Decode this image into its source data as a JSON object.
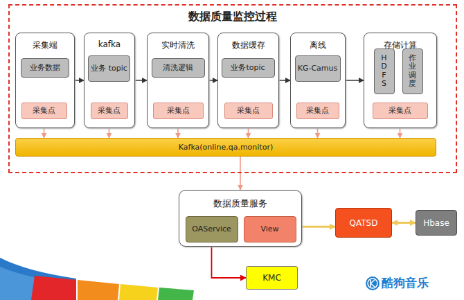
{
  "diagram": {
    "nodes": [
      {
        "text": [
          "数据质量监控过程"
        ]
      },
      {
        "text": [
          "采集端"
        ],
        "in": 0
      },
      {
        "text": [
          "业务数据"
        ],
        "in": 1
      },
      {
        "text": [
          "采集点"
        ],
        "in": 1
      },
      {
        "text": [
          "kafka"
        ],
        "in": 0
      },
      {
        "text": [
          "业务 topic"
        ],
        "in": 4
      },
      {
        "text": [
          "采集点"
        ],
        "in": 4
      },
      {
        "text": [
          "实时清洗"
        ],
        "in": 0
      },
      {
        "text": [
          "清洗逻辑"
        ],
        "in": 7
      },
      {
        "text": [
          "采集点"
        ],
        "in": 7
      },
      {
        "text": [
          "数据缓存"
        ],
        "in": 0
      },
      {
        "text": [
          "业务topic"
        ],
        "in": 10
      },
      {
        "text": [
          "采集点"
        ],
        "in": 10
      },
      {
        "text": [
          "离线"
        ],
        "in": 0
      },
      {
        "text": [
          "KG-Camus"
        ],
        "in": 13
      },
      {
        "text": [
          "采集点"
        ],
        "in": 13
      },
      {
        "text": [
          "存储计算"
        ],
        "in": 0
      },
      {
        "text": [
          "HDFS"
        ],
        "in": 16
      },
      {
        "text": [
          "作业调度"
        ],
        "in": 16
      },
      {
        "text": [
          "采集点"
        ],
        "in": 16
      },
      {
        "text": [
          "Kafka(online.qa.monitor)"
        ],
        "in": 0
      },
      {
        "text": [
          "数据质量服务"
        ]
      },
      {
        "text": [
          "OAService"
        ],
        "in": 21
      },
      {
        "text": [
          "View"
        ],
        "in": 21
      },
      {
        "text": [
          "QATSD"
        ]
      },
      {
        "text": [
          "Hbase"
        ]
      },
      {
        "text": [
          "KMC"
        ]
      }
    ],
    "edges": [
      {
        "from": 1,
        "to": 4,
        "arrow": "to"
      },
      {
        "from": 4,
        "to": 7,
        "arrow": "to"
      },
      {
        "from": 7,
        "to": 10,
        "arrow": "to"
      },
      {
        "from": 10,
        "to": 13,
        "arrow": "to"
      },
      {
        "from": 13,
        "to": 16,
        "arrow": "to"
      },
      {
        "from": 3,
        "to": 20,
        "arrow": "to"
      },
      {
        "from": 6,
        "to": 20,
        "arrow": "to"
      },
      {
        "from": 9,
        "to": 20,
        "arrow": "to"
      },
      {
        "from": 12,
        "to": 20,
        "arrow": "to"
      },
      {
        "from": 15,
        "to": 20,
        "arrow": "to"
      },
      {
        "from": 19,
        "to": 20,
        "arrow": "to"
      },
      {
        "from": 20,
        "to": 21,
        "arrow": "to"
      },
      {
        "from": 23,
        "to": 24,
        "arrow": "both"
      },
      {
        "from": 24,
        "to": 25,
        "arrow": "both"
      },
      {
        "from": 22,
        "to": 26,
        "arrow": "to"
      }
    ],
    "labels": [
      "酷狗音乐"
    ]
  }
}
